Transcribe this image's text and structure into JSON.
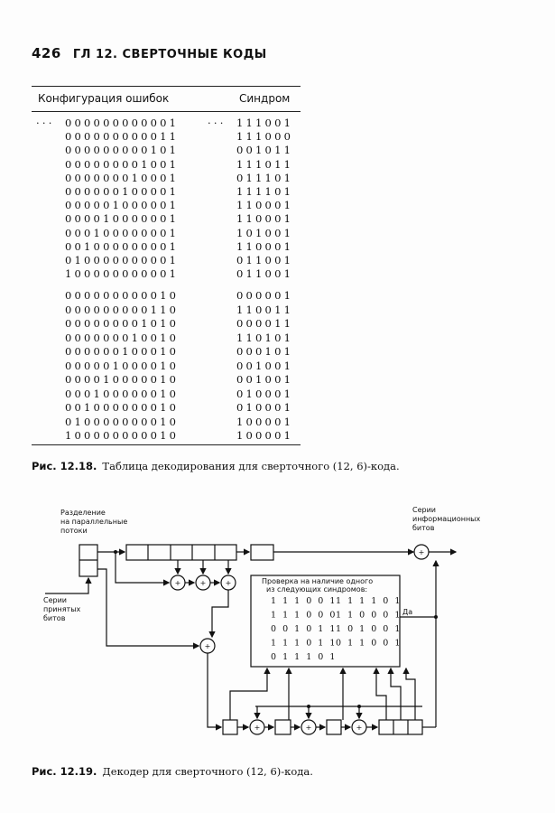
{
  "header": {
    "page_number": "426",
    "running_title": "ГЛ 12. СВЕРТОЧНЫЕ КОДЫ"
  },
  "table": {
    "col_error": "Конфигурация ошибок",
    "col_syndrome": "Синдром",
    "ellipsis": "···",
    "block1": [
      {
        "e": "000000000001",
        "s": "111001"
      },
      {
        "e": "000000000011",
        "s": "111000"
      },
      {
        "e": "000000000101",
        "s": "001011"
      },
      {
        "e": "000000001001",
        "s": "111011"
      },
      {
        "e": "000000010001",
        "s": "011101"
      },
      {
        "e": "000000100001",
        "s": "111101"
      },
      {
        "e": "000001000001",
        "s": "110001"
      },
      {
        "e": "000010000001",
        "s": "110001"
      },
      {
        "e": "000100000001",
        "s": "101001"
      },
      {
        "e": "001000000001",
        "s": "110001"
      },
      {
        "e": "010000000001",
        "s": "011001"
      },
      {
        "e": "100000000001",
        "s": "011001"
      }
    ],
    "block2": [
      {
        "e": "000000000010",
        "s": "000001"
      },
      {
        "e": "000000000110",
        "s": "110011"
      },
      {
        "e": "000000001010",
        "s": "000011"
      },
      {
        "e": "000000010010",
        "s": "110101"
      },
      {
        "e": "000000100010",
        "s": "000101"
      },
      {
        "e": "000001000010",
        "s": "001001"
      },
      {
        "e": "000010000010",
        "s": "001001"
      },
      {
        "e": "000100000010",
        "s": "010001"
      },
      {
        "e": "001000000010",
        "s": "010001"
      },
      {
        "e": "010000000010",
        "s": "100001"
      },
      {
        "e": "100000000010",
        "s": "100001"
      }
    ]
  },
  "caption1": {
    "label": "Рис. 12.18.",
    "text": "Таблица декодирования для сверточного (12, 6)-кода."
  },
  "diagram": {
    "split_label": [
      "Разделение",
      "на параллельные",
      "потоки"
    ],
    "input_label": [
      "Серии",
      "принятых",
      "битов"
    ],
    "output_label": [
      "Серии",
      "информационных",
      "битов"
    ],
    "check_title": [
      "Проверка на наличие одного",
      "из следующих синдромов:"
    ],
    "syndromes_left": [
      "1 1 1 0 0 1",
      "1 1 1 0 0 0",
      "0 0 1 0 1 1",
      "1 1 1 0 1 1",
      "0 1 1 1 0 1"
    ],
    "syndromes_right": [
      "1 1 1 1 0 1",
      "1 1 0 0 0 1",
      "1 0 1 0 0 1",
      "0 1 1 0 0 1"
    ],
    "yes_label": "Да",
    "adder_symbol": "+"
  },
  "caption2": {
    "label": "Рис. 12.19.",
    "text": "Декодер для сверточного (12, 6)-кода."
  }
}
